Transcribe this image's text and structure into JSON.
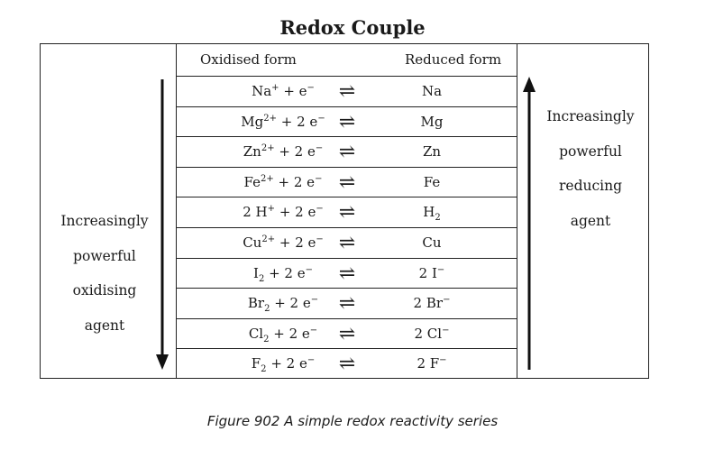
{
  "title": "Redox Couple",
  "headers": {
    "oxidised": "Oxidised form",
    "reduced": "Reduced form"
  },
  "left_label": [
    "Increasingly",
    "powerful",
    "oxidising",
    "agent"
  ],
  "right_label": [
    "Increasingly",
    "powerful",
    "reducing",
    "agent"
  ],
  "equilibrium_symbol": "⇌",
  "rows": [
    {
      "ox_sym": "Na",
      "ox_sup": "+",
      "ox_sub": "",
      "ox_rest": " + e",
      "ox_tail": "−",
      "red_main": "Na",
      "red_sub": "",
      "red_sup": ""
    },
    {
      "ox_sym": "Mg",
      "ox_sup": "2+",
      "ox_sub": "",
      "ox_rest": " + 2 e",
      "ox_tail": "−",
      "red_main": "Mg",
      "red_sub": "",
      "red_sup": ""
    },
    {
      "ox_sym": "Zn",
      "ox_sup": "2+",
      "ox_sub": "",
      "ox_rest": " + 2 e",
      "ox_tail": "−",
      "red_main": "Zn",
      "red_sub": "",
      "red_sup": ""
    },
    {
      "ox_sym": "Fe",
      "ox_sup": "2+",
      "ox_sub": "",
      "ox_rest": " + 2 e",
      "ox_tail": "−",
      "red_main": "Fe",
      "red_sub": "",
      "red_sup": ""
    },
    {
      "ox_sym": "2 H",
      "ox_sup": "+",
      "ox_sub": "",
      "ox_rest": " + 2 e",
      "ox_tail": "−",
      "red_main": "H",
      "red_sub": "2",
      "red_sup": ""
    },
    {
      "ox_sym": "Cu",
      "ox_sup": "2+",
      "ox_sub": "",
      "ox_rest": " + 2 e",
      "ox_tail": "−",
      "red_main": "Cu",
      "red_sub": "",
      "red_sup": ""
    },
    {
      "ox_sym": "I",
      "ox_sup": "",
      "ox_sub": "2",
      "ox_rest": " + 2 e",
      "ox_tail": "−",
      "red_main": "2 I",
      "red_sub": "",
      "red_sup": "−"
    },
    {
      "ox_sym": "Br",
      "ox_sup": "",
      "ox_sub": "2",
      "ox_rest": " + 2 e",
      "ox_tail": "−",
      "red_main": "2 Br",
      "red_sub": "",
      "red_sup": "−"
    },
    {
      "ox_sym": "Cl",
      "ox_sup": "",
      "ox_sub": "2",
      "ox_rest": " + 2 e",
      "ox_tail": "−",
      "red_main": "2 Cl",
      "red_sub": "",
      "red_sup": "−"
    },
    {
      "ox_sym": "F",
      "ox_sup": "",
      "ox_sub": "2",
      "ox_rest": " + 2 e",
      "ox_tail": "−",
      "red_main": "2 F",
      "red_sub": "",
      "red_sup": "−"
    }
  ],
  "caption": "Figure 902    A simple redox reactivity series"
}
